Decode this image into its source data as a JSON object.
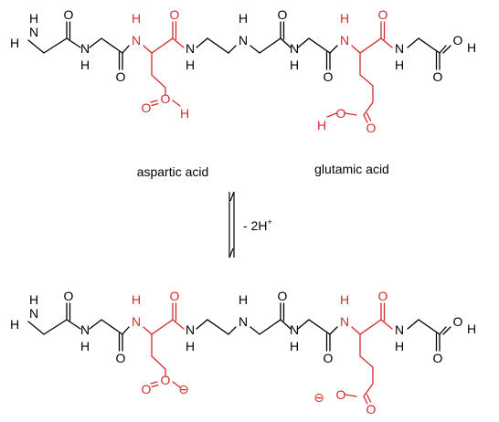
{
  "labels": {
    "aspartic": "aspartic acid",
    "glutamic": "glutamic acid",
    "equilibrium": "- 2H",
    "equilibrium_superscript": "+",
    "negative_charge": "⊖"
  },
  "atoms": {
    "hydrogen": "H",
    "nitrogen": "N",
    "oxygen": "O"
  },
  "colors": {
    "backbone": "#000000",
    "side_chain": "#d42a2a"
  }
}
